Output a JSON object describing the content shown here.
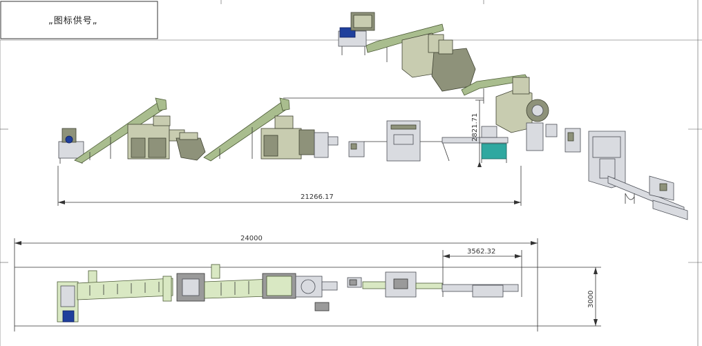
{
  "title_block": {
    "text": "„图标供号„"
  },
  "dimensions": {
    "elevation_length": "21266.17",
    "elevation_height": "2821.71",
    "plan_length": "24000",
    "plan_segment": "3562.32",
    "plan_width": "3000"
  }
}
